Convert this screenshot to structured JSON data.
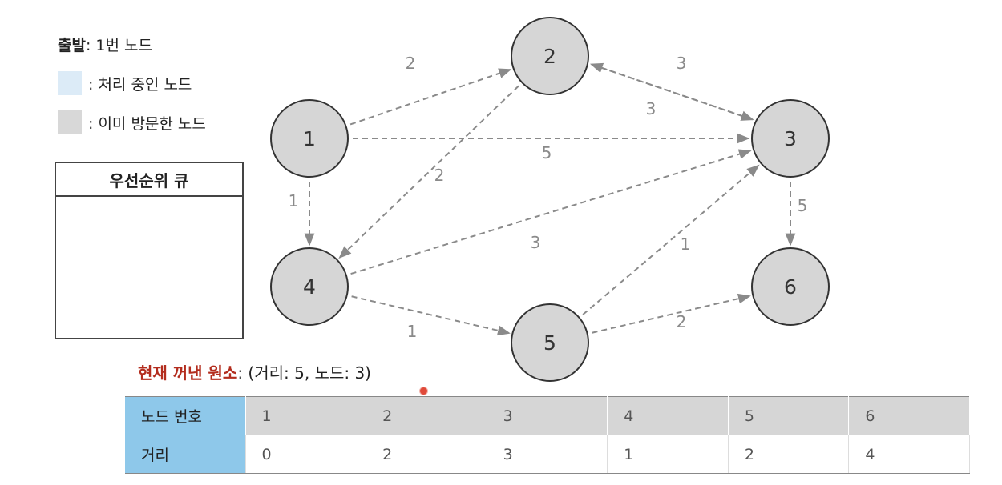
{
  "legend": {
    "start_label": "출발",
    "start_value": ": 1번 노드",
    "processing_label": ": 처리 중인 노드",
    "visited_label": ": 이미 방문한 노드"
  },
  "priority_queue": {
    "title": "우선순위 큐",
    "items": []
  },
  "graph": {
    "nodes": [
      {
        "id": "1",
        "state": "visited"
      },
      {
        "id": "2",
        "state": "visited"
      },
      {
        "id": "3",
        "state": "visited"
      },
      {
        "id": "4",
        "state": "visited"
      },
      {
        "id": "5",
        "state": "visited"
      },
      {
        "id": "6",
        "state": "visited"
      }
    ],
    "edges": [
      {
        "from": "1",
        "to": "2",
        "weight": "2"
      },
      {
        "from": "1",
        "to": "3",
        "weight": "5"
      },
      {
        "from": "1",
        "to": "4",
        "weight": "1"
      },
      {
        "from": "2",
        "to": "3",
        "weight": "3"
      },
      {
        "from": "2",
        "to": "4",
        "weight": "2"
      },
      {
        "from": "3",
        "to": "2",
        "weight": "3"
      },
      {
        "from": "3",
        "to": "6",
        "weight": "5"
      },
      {
        "from": "4",
        "to": "3",
        "weight": "3"
      },
      {
        "from": "4",
        "to": "5",
        "weight": "1"
      },
      {
        "from": "5",
        "to": "3",
        "weight": "1"
      },
      {
        "from": "5",
        "to": "6",
        "weight": "2"
      }
    ]
  },
  "current": {
    "label": "현재 꺼낸 원소",
    "value": ": (거리: 5, 노드: 3)"
  },
  "table": {
    "row_headers": [
      "노드 번호",
      "거리"
    ],
    "nodes": [
      "1",
      "2",
      "3",
      "4",
      "5",
      "6"
    ],
    "distances": [
      "0",
      "2",
      "3",
      "1",
      "2",
      "4"
    ]
  },
  "colors": {
    "processing": "#dcebf7",
    "visited": "#d8d8d8",
    "node_fill": "#d6d6d6",
    "edge": "#8a8a8a",
    "highlight": "#b32d1e",
    "table_header": "#8ec8ea"
  }
}
